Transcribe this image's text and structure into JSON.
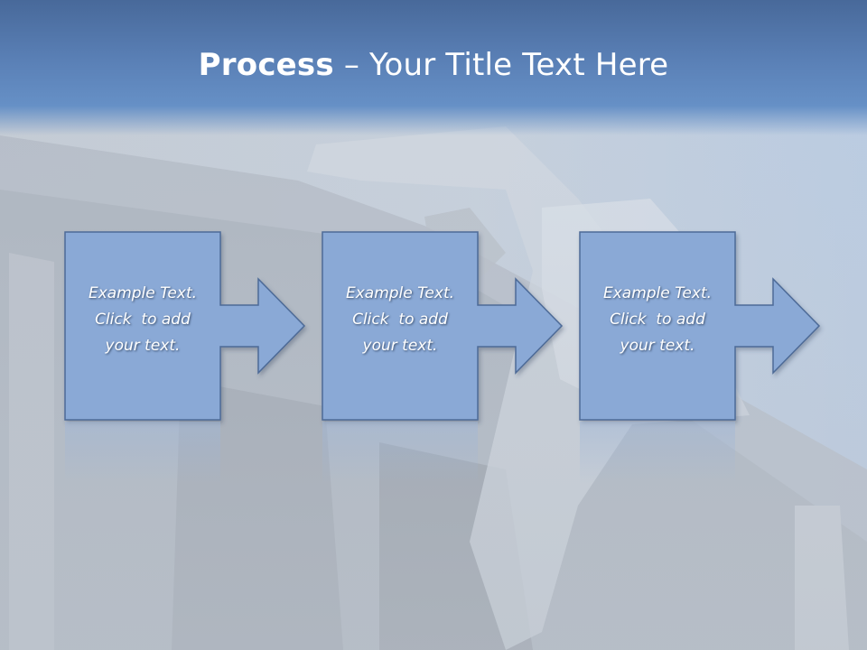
{
  "title": {
    "bold": "Process",
    "separator": " – ",
    "rest": "Your Title Text Here"
  },
  "steps": [
    {
      "line1": "Example Text.",
      "line2": "Click  to add",
      "line3": "your text."
    },
    {
      "line1": "Example Text.",
      "line2": "Click  to add",
      "line3": "your text."
    },
    {
      "line1": "Example Text.",
      "line2": "Click  to add",
      "line3": "your text."
    }
  ],
  "colors": {
    "box_fill": "#8aa9d6",
    "box_stroke": "#4d6b97",
    "header": "#5a80b6"
  }
}
